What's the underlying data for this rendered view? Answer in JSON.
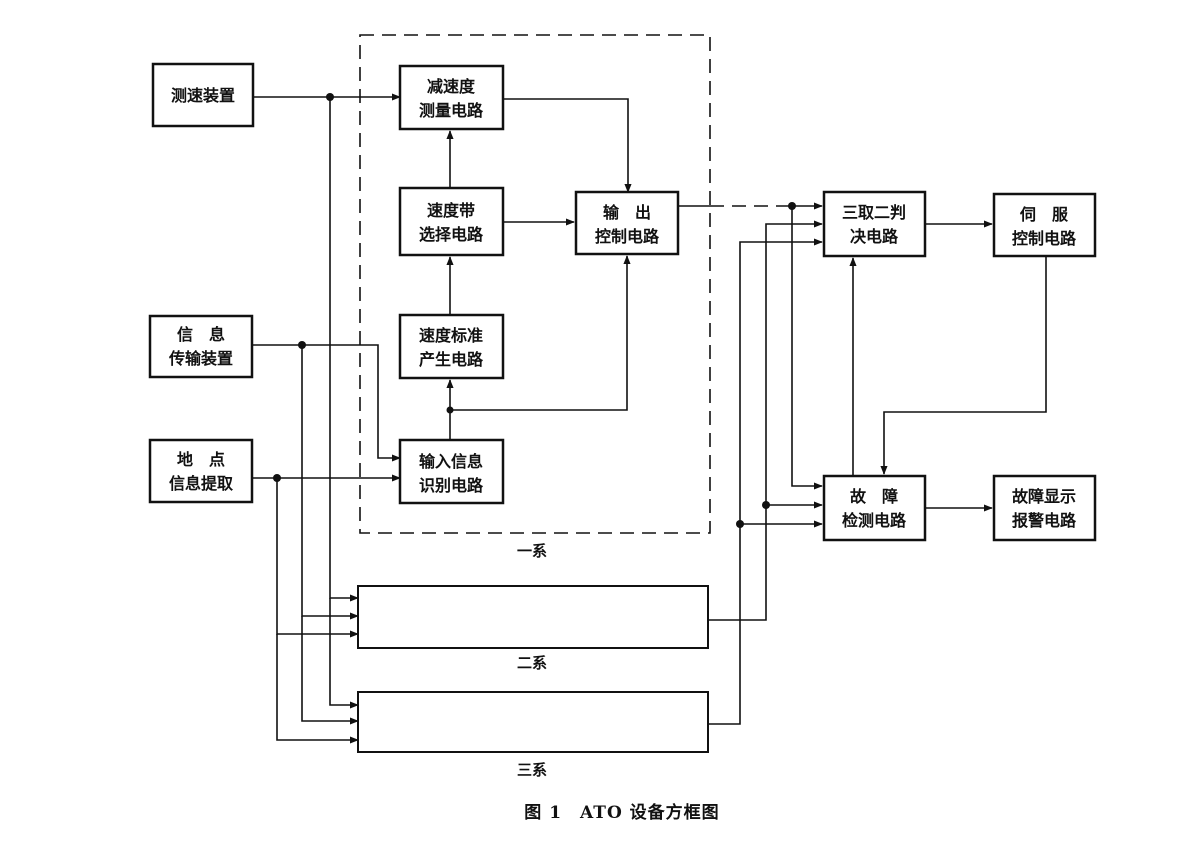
{
  "blocks": {
    "speed_device": "测速装置",
    "info_transmit": [
      "信　息",
      "传输装置"
    ],
    "location_extract": [
      "地　点",
      "信息提取"
    ],
    "decel_measure": [
      "减速度",
      "测量电路"
    ],
    "speed_band": [
      "速度带",
      "选择电路"
    ],
    "speed_standard": [
      "速度标准",
      "产生电路"
    ],
    "input_identify": [
      "输入信息",
      "识别电路"
    ],
    "output_control": [
      "输　出",
      "控制电路"
    ],
    "vote_2of3": [
      "三取二判",
      "决电路"
    ],
    "servo_control": [
      "伺　服",
      "控制电路"
    ],
    "fault_detect": [
      "故　障",
      "检测电路"
    ],
    "fault_alarm": [
      "故障显示",
      "报警电路"
    ]
  },
  "systems": {
    "system1": "一系",
    "system2": "二系",
    "system3": "三系"
  },
  "figure_caption": "图 1　ATO 设备方框图"
}
